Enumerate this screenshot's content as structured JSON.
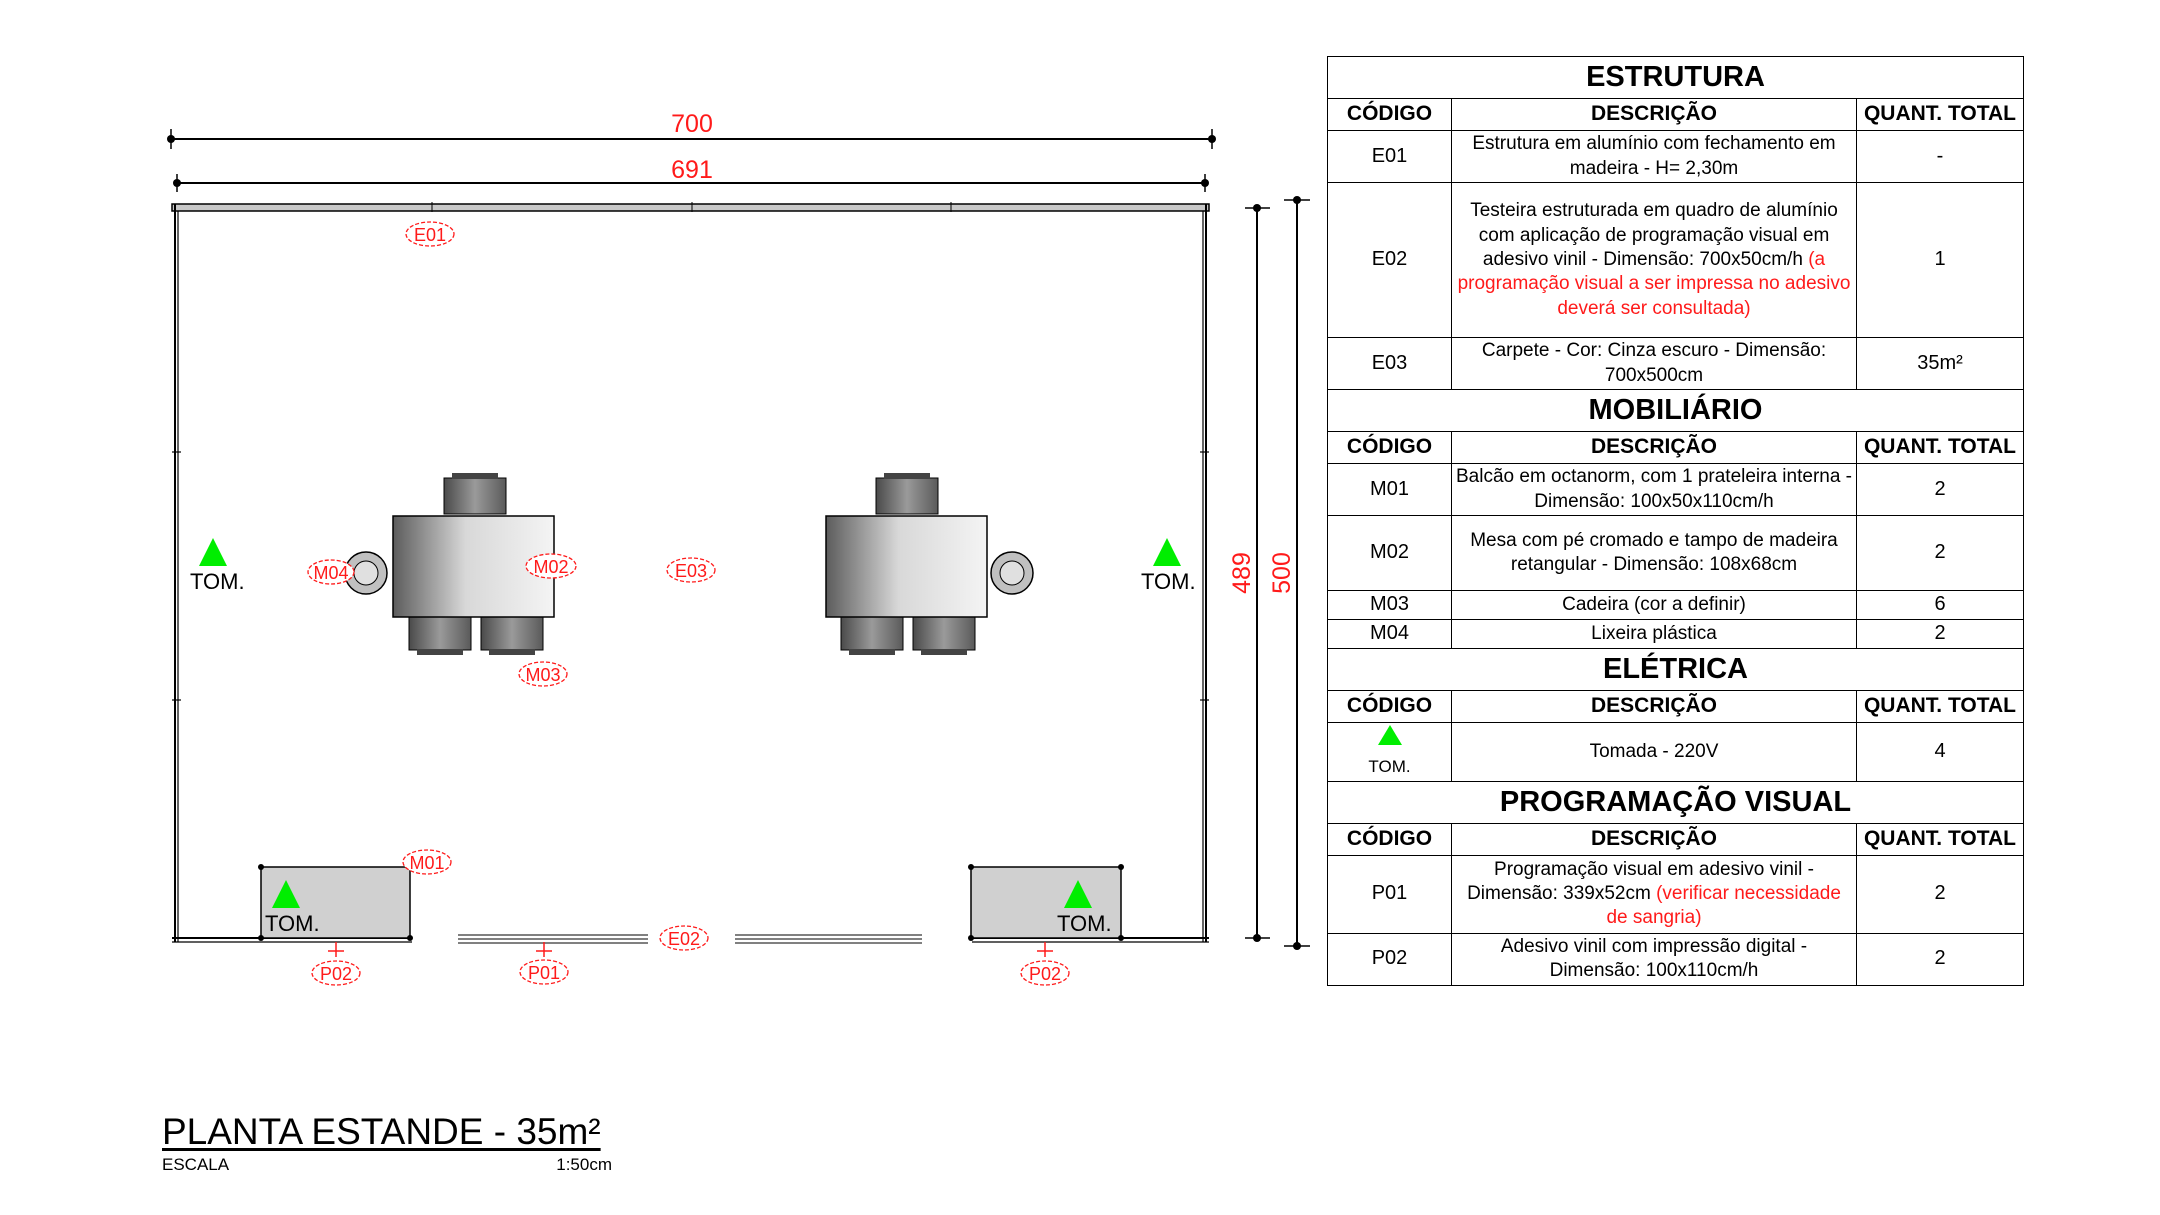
{
  "dimensions": {
    "outer_width": "700",
    "inner_width": "691",
    "inner_depth": "489",
    "outer_depth": "500"
  },
  "plan_tags": {
    "e01": "E01",
    "e02": "E02",
    "e03": "E03",
    "m01": "M01",
    "m02": "M02",
    "m03": "M03",
    "m04": "M04",
    "p01": "P01",
    "p02_left": "P02",
    "p02_right": "P02"
  },
  "outlet_label": "TOM.",
  "colors": {
    "tag_red": "#ff1a1a",
    "outlet_green": "#00ee00",
    "counter_gray": "#d0d0d0"
  },
  "sections": {
    "estrutura": {
      "title": "ESTRUTURA",
      "headers": {
        "code": "CÓDIGO",
        "desc": "DESCRIÇÃO",
        "qty": "QUANT. TOTAL"
      },
      "rows": [
        {
          "code": "E01",
          "desc": "Estrutura em alumínio com fechamento em madeira - H= 2,30m",
          "qty": "-"
        },
        {
          "code": "E02",
          "desc": "Testeira estruturada em quadro de alumínio com aplicação de programação visual em adesivo vinil - Dimensão: 700x50cm/h",
          "desc_note": "(a programação visual a ser impressa no adesivo deverá ser consultada)",
          "qty": "1"
        },
        {
          "code": "E03",
          "desc": "Carpete - Cor: Cinza escuro - Dimensão: 700x500cm",
          "qty": "35m²"
        }
      ]
    },
    "mobiliario": {
      "title": "MOBILIÁRIO",
      "headers": {
        "code": "CÓDIGO",
        "desc": "DESCRIÇÃO",
        "qty": "QUANT. TOTAL"
      },
      "rows": [
        {
          "code": "M01",
          "desc": "Balcão em octanorm, com 1 prateleira interna - Dimensão: 100x50x110cm/h",
          "qty": "2"
        },
        {
          "code": "M02",
          "desc": "Mesa com pé cromado e tampo de madeira retangular - Dimensão: 108x68cm",
          "qty": "2"
        },
        {
          "code": "M03",
          "desc": "Cadeira (cor a definir)",
          "qty": "6"
        },
        {
          "code": "M04",
          "desc": "Lixeira plástica",
          "qty": "2"
        }
      ]
    },
    "eletrica": {
      "title": "ELÉTRICA",
      "headers": {
        "code": "CÓDIGO",
        "desc": "DESCRIÇÃO",
        "qty": "QUANT. TOTAL"
      },
      "rows": [
        {
          "code": "TOM.",
          "desc": "Tomada - 220V",
          "qty": "4"
        }
      ]
    },
    "programacao": {
      "title": "PROGRAMAÇÃO VISUAL",
      "headers": {
        "code": "CÓDIGO",
        "desc": "DESCRIÇÃO",
        "qty": "QUANT. TOTAL"
      },
      "rows": [
        {
          "code": "P01",
          "desc": "Programação visual em adesivo vinil - Dimensão: 339x52cm",
          "desc_note": "(verificar necessidade de sangria)",
          "qty": "2"
        },
        {
          "code": "P02",
          "desc": "Adesivo vinil com impressão digital - Dimensão: 100x110cm/h",
          "qty": "2"
        }
      ]
    }
  },
  "title_block": {
    "title": "PLANTA ESTANDE - 35m²",
    "scale_label": "ESCALA",
    "scale_value": "1:50cm"
  }
}
